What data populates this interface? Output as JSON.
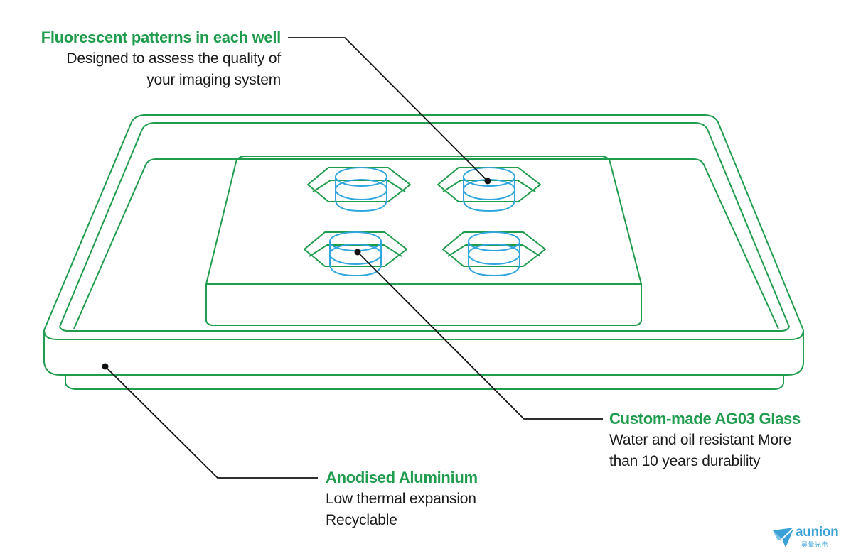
{
  "colors": {
    "accent_green": "#1f9c4d",
    "well_blue": "#2fa6de",
    "leader_black": "#111111",
    "text_dark": "#1a1a1a",
    "logo_blue": "#3aa0d8"
  },
  "callouts": {
    "wells": {
      "title": "Fluorescent patterns in each well",
      "lines": [
        "Designed to assess the quality of",
        "your imaging system"
      ]
    },
    "glass": {
      "title": "Custom-made AG03 Glass",
      "lines": [
        "Water and oil resistant More",
        "than 10 years durability"
      ]
    },
    "aluminium": {
      "title": "Anodised Aluminium",
      "lines": [
        "Low thermal expansion",
        "Recyclable"
      ]
    }
  },
  "logo": {
    "icon": "paper-plane-icon",
    "name": "aunion",
    "subtitle": "昊量光电"
  }
}
